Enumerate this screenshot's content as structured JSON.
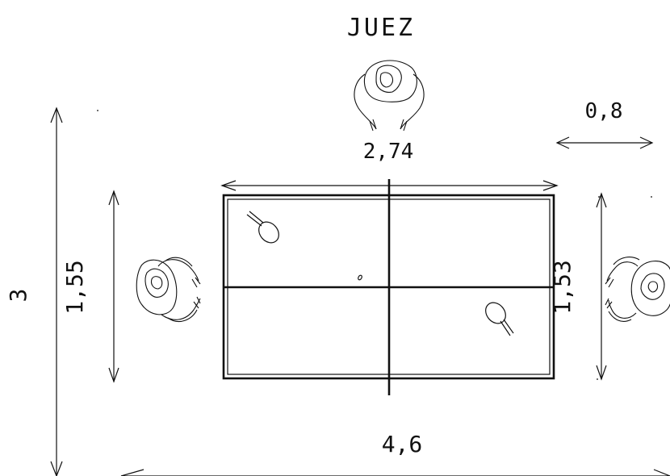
{
  "labels": {
    "judge": "JUEZ",
    "side_clearance": "0,8",
    "table_length": "2,74",
    "table_width_left": "1,55",
    "table_width_right": "1,53",
    "area_width": "3",
    "area_length": "4,6"
  },
  "colors": {
    "line": "#111111",
    "background": "#ffffff"
  },
  "icons": {
    "judge": "person-top-view-icon",
    "player_left": "person-top-view-icon",
    "player_right": "person-top-view-icon",
    "paddle_1": "ping-pong-paddle-icon",
    "paddle_2": "ping-pong-paddle-icon",
    "ball": "ping-pong-ball-icon"
  }
}
